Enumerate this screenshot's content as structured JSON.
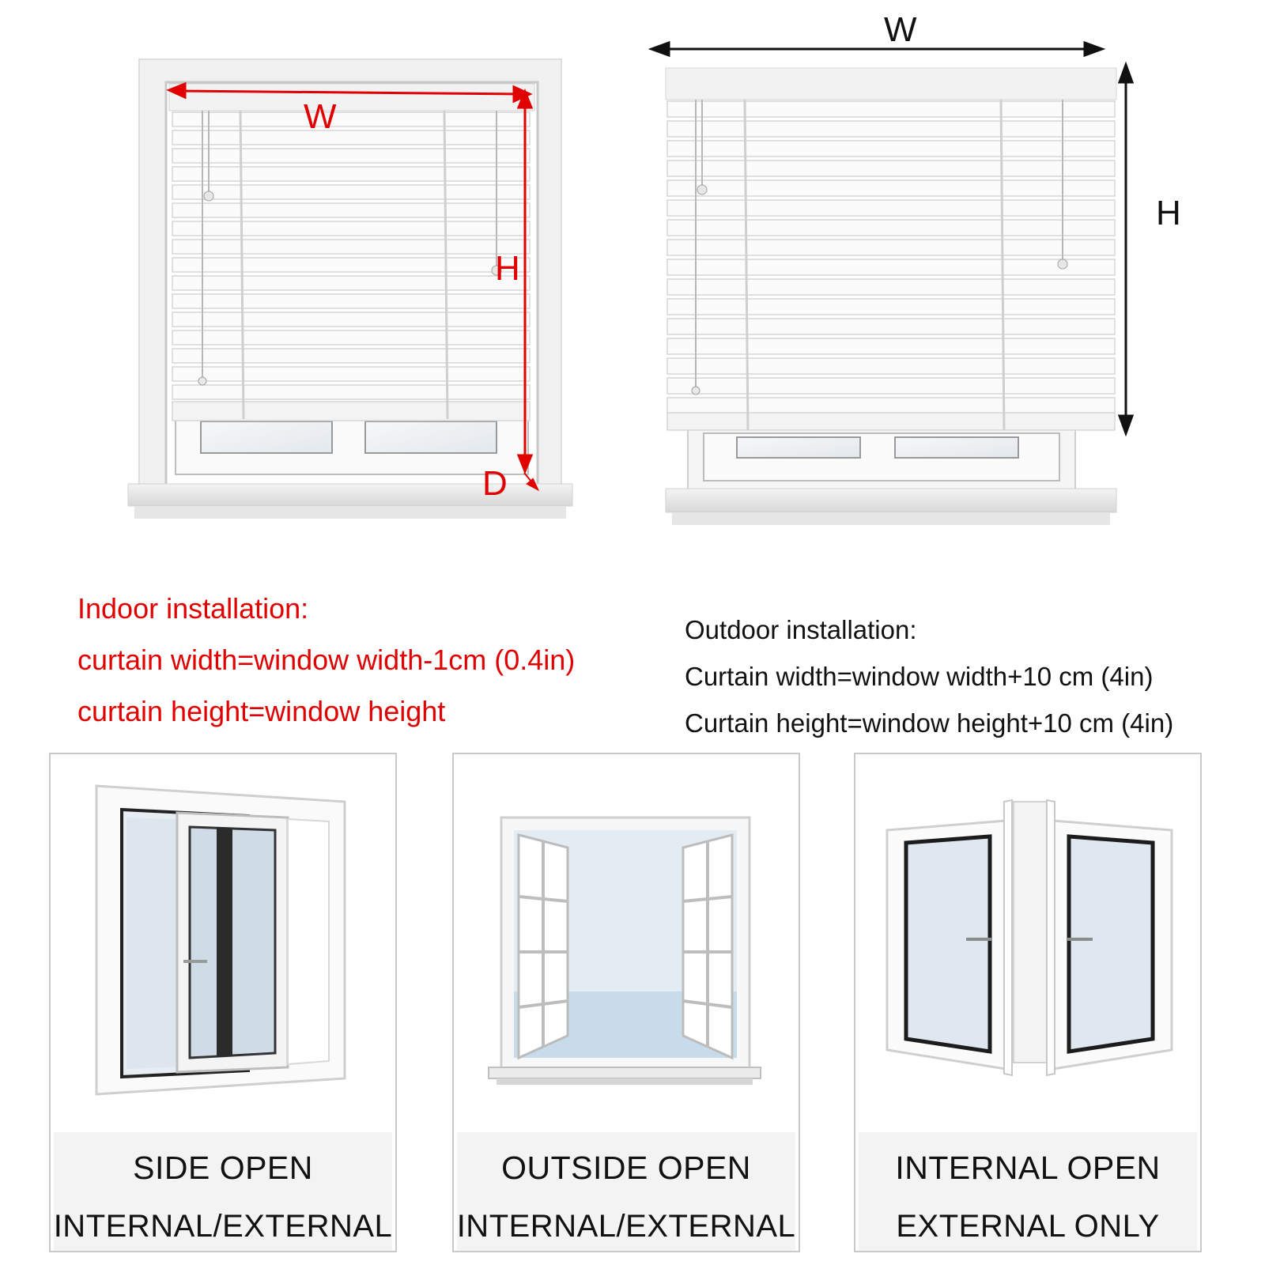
{
  "indoor": {
    "dim_w": "W",
    "dim_h": "H",
    "dim_d": "D",
    "title": "Indoor installation:",
    "line1": "curtain width=window width-1cm (0.4in)",
    "line2": "curtain height=window height"
  },
  "outdoor": {
    "dim_w": "W",
    "dim_h": "H",
    "title": "Outdoor installation:",
    "line1": "Curtain width=window width+10 cm (4in)",
    "line2": "Curtain height=window height+10 cm (4in)"
  },
  "window_types": [
    {
      "title": "SIDE OPEN",
      "subtitle": "INTERNAL/EXTERNAL"
    },
    {
      "title": "OUTSIDE OPEN",
      "subtitle": "INTERNAL/EXTERNAL"
    },
    {
      "title": "INTERNAL OPEN",
      "subtitle": "EXTERNAL ONLY"
    }
  ],
  "colors": {
    "indoor_text": "#e00000",
    "outdoor_text": "#111111"
  }
}
